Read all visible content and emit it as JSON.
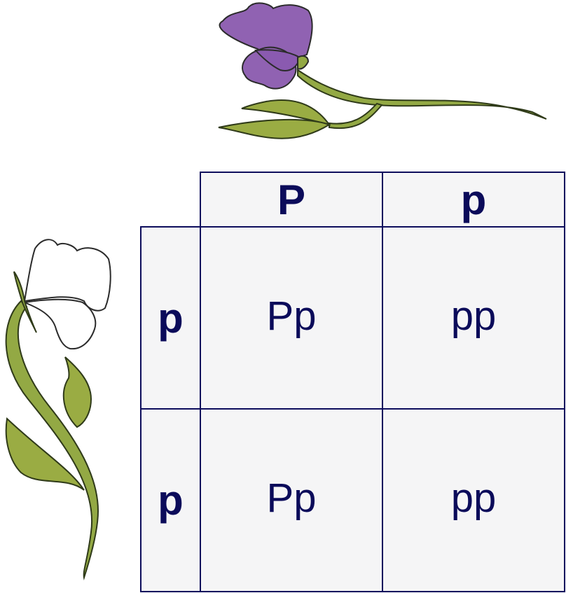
{
  "colors": {
    "table_border": "#0d0d5c",
    "text": "#0b0b5a",
    "cell_fill": "#f5f5f6",
    "purple_flower": "#9062b2",
    "white_flower": "#ffffff",
    "stem_green": "#93a944"
  },
  "icons": {
    "purple_flower": "purple-pea-flower-icon",
    "white_flower": "white-pea-flower-icon"
  },
  "punnett": {
    "column_headers": [
      "P",
      "p"
    ],
    "row_headers": [
      "p",
      "p"
    ],
    "cells": [
      [
        "Pp",
        "pp"
      ],
      [
        "Pp",
        "pp"
      ]
    ]
  }
}
